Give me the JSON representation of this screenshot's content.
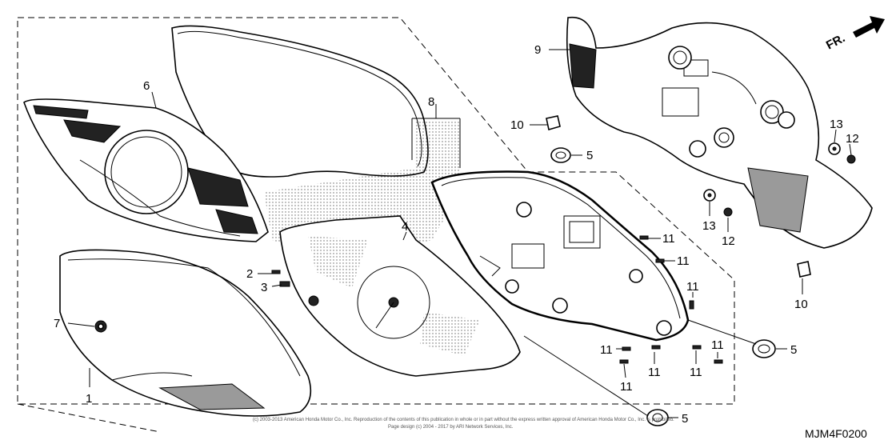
{
  "diagram": {
    "drawing_code": "MJM4F0200",
    "direction_label": "FR.",
    "copyright_line1": "(c) 2003-2013 American Honda Motor Co., Inc. Reproduction of the contents of this publication in whole or in part without the express written approval of American Honda Motor Co., Inc. is prohibited.",
    "copyright_line2": "Page design (c) 2004 - 2017 by ARI Network Services, Inc."
  },
  "callouts": {
    "c1": "1",
    "c2": "2",
    "c3": "3",
    "c4": "4",
    "c5a": "5",
    "c5b": "5",
    "c5c": "5",
    "c6": "6",
    "c7": "7",
    "c8": "8",
    "c9": "9",
    "c10a": "10",
    "c10b": "10",
    "c11a": "11",
    "c11b": "11",
    "c11c": "11",
    "c11d": "11",
    "c11e": "11",
    "c11f": "11",
    "c11g": "11",
    "c11h": "11",
    "c12a": "12",
    "c12b": "12",
    "c13a": "13",
    "c13b": "13"
  },
  "icons": [
    "direction-arrow-icon"
  ]
}
